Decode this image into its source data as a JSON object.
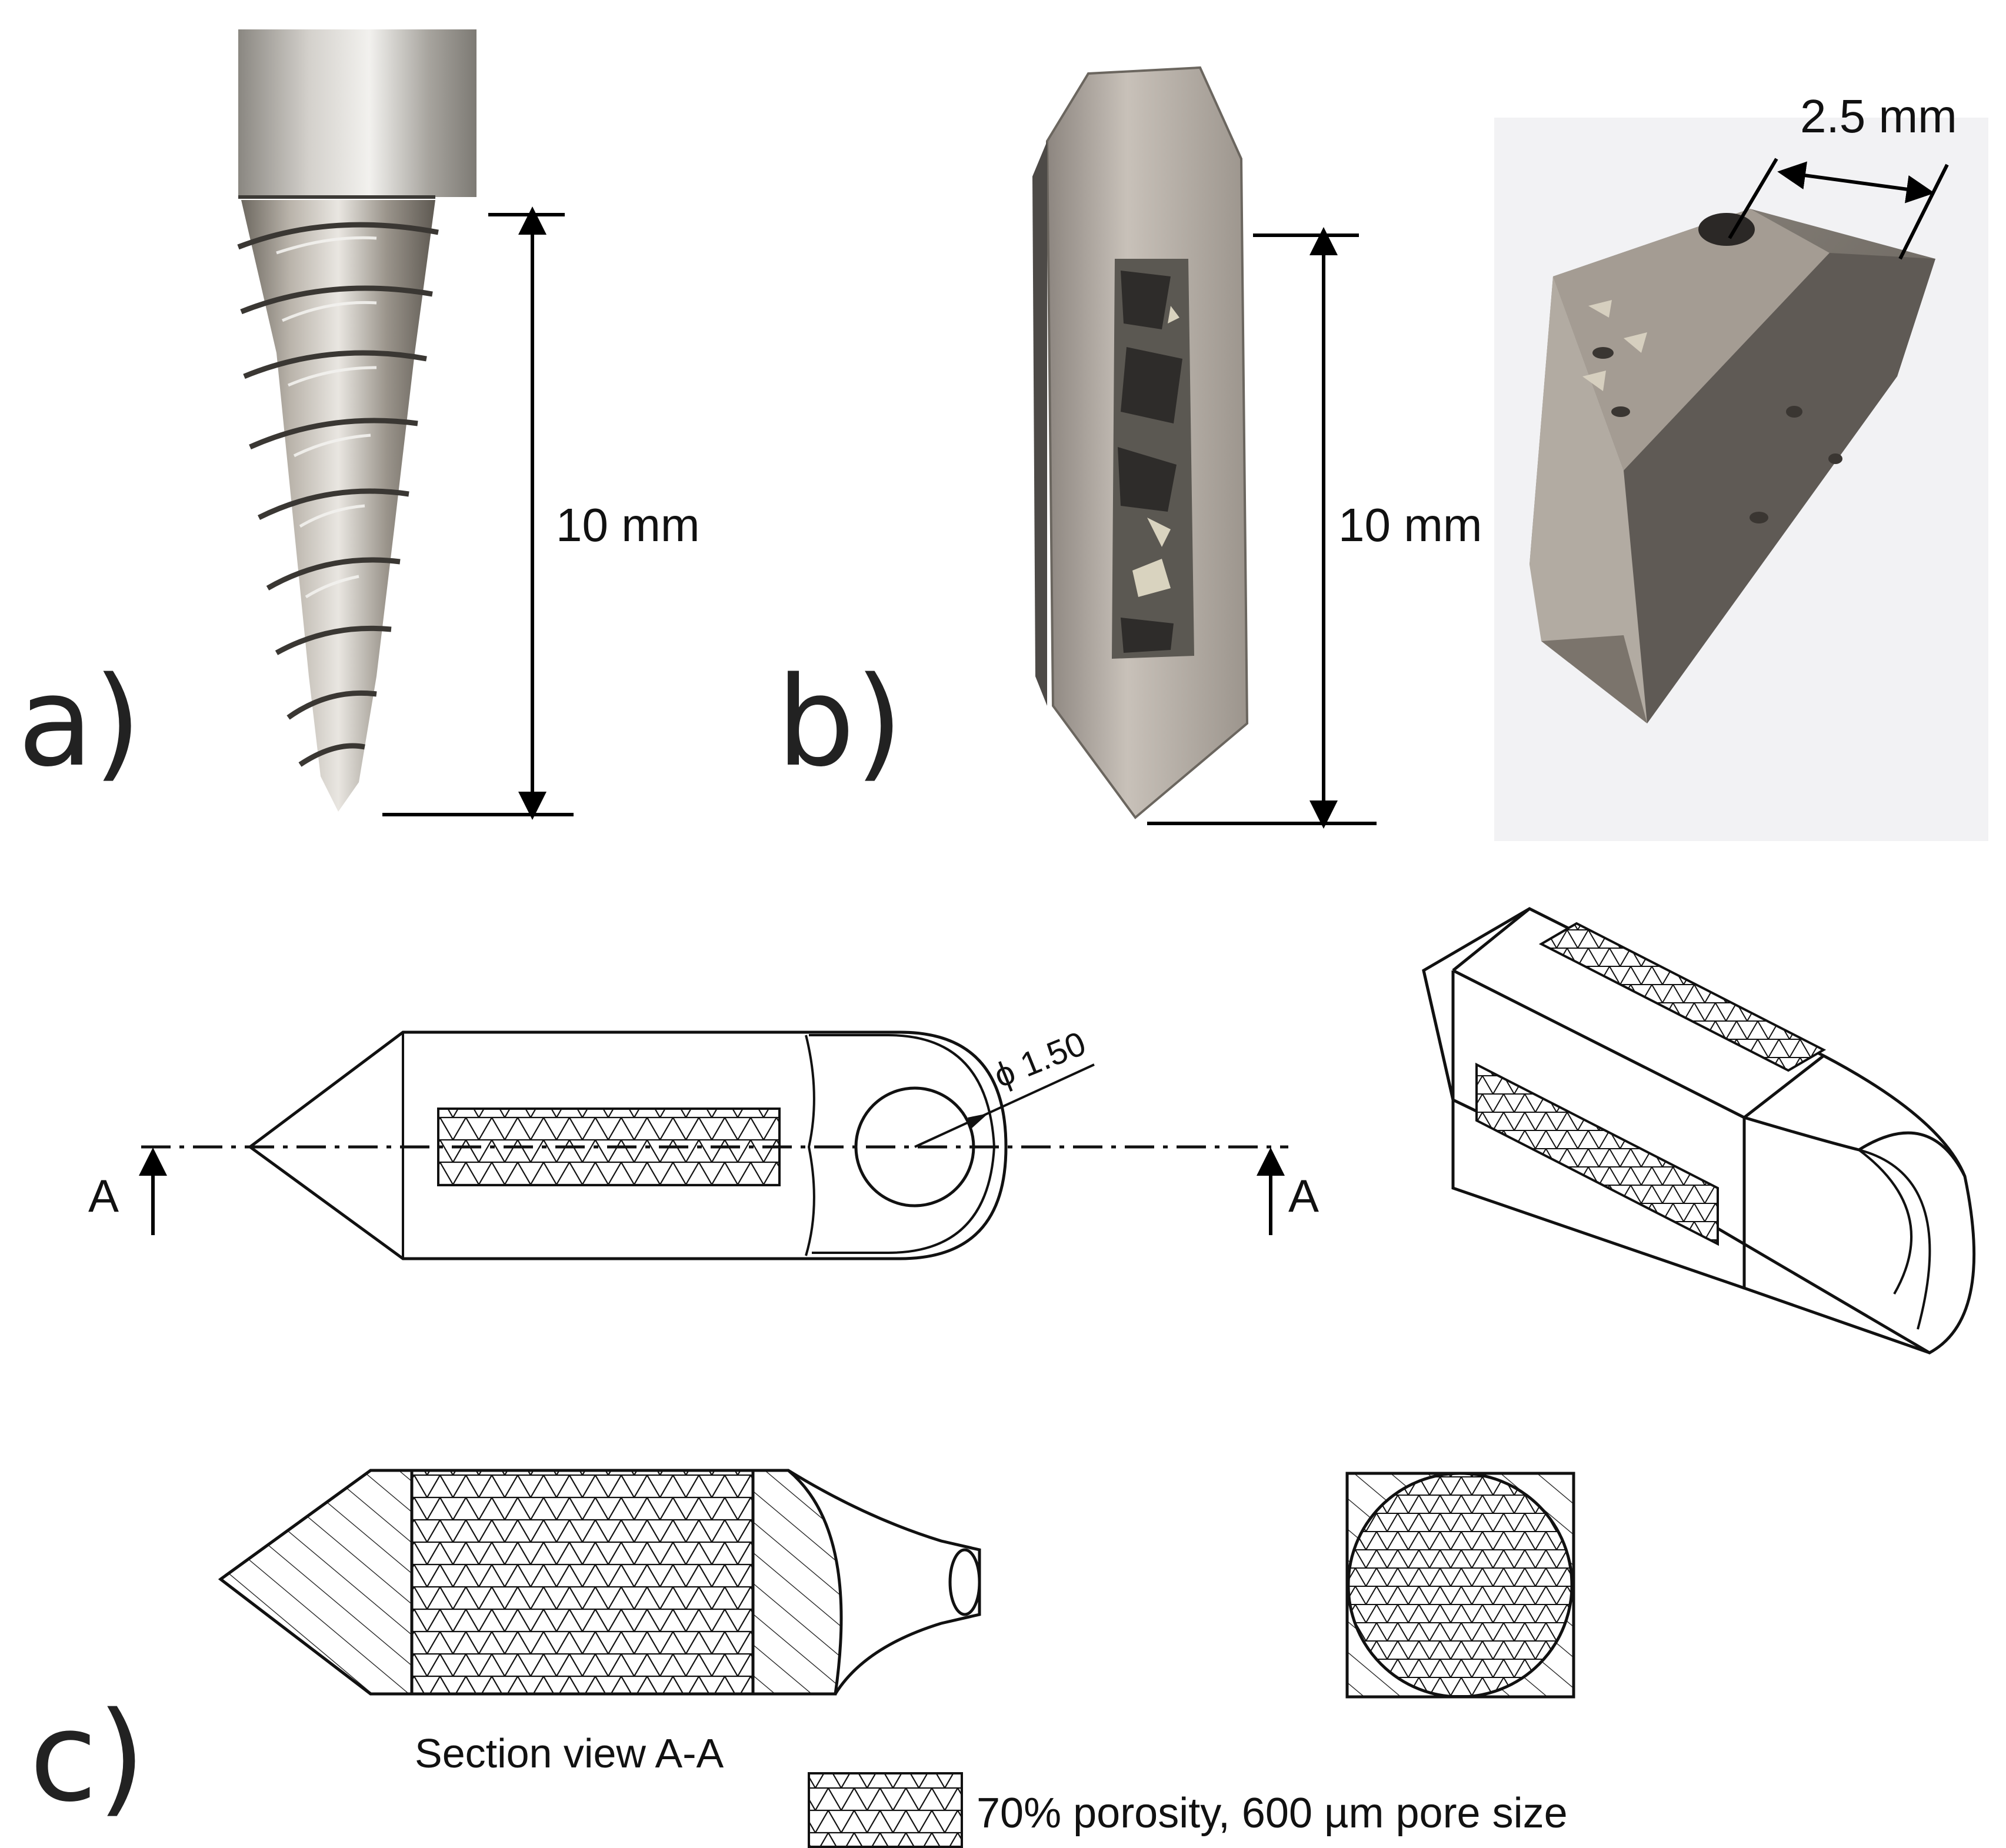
{
  "panels": {
    "a": {
      "label": "a)",
      "dimension": "10 mm"
    },
    "b": {
      "label": "b)",
      "dimension": "10 mm",
      "width_dimension": "2.5 mm"
    },
    "c": {
      "label": "c)",
      "section_marker": "A",
      "diameter_note": "ϕ 1.50",
      "section_caption": "Section view A-A",
      "legend_text": "70% porosity, 600 µm pore size"
    }
  }
}
